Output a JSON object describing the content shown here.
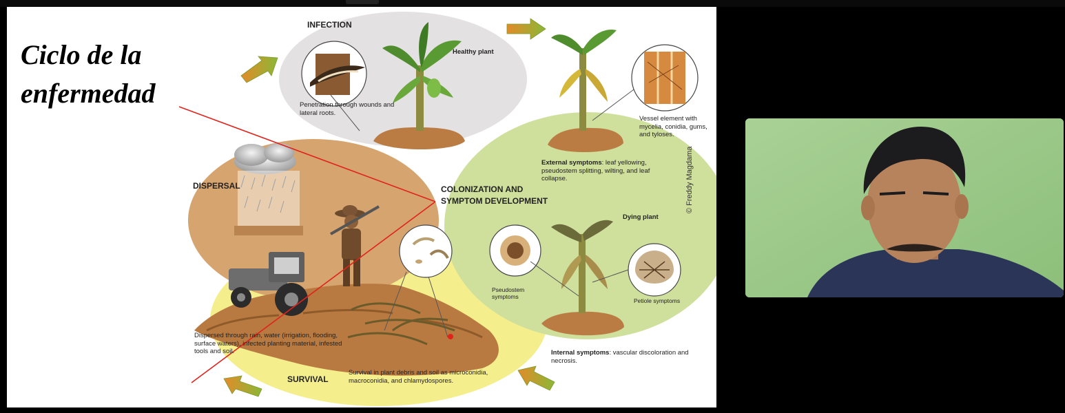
{
  "slide": {
    "title_line1": "Ciclo de la",
    "title_line2": "enfermedad",
    "stages": {
      "infection": "INFECTION",
      "dispersal": "DISPERSAL",
      "colonization_line1": "COLONIZATION AND",
      "colonization_line2": "SYMPTOM DEVELOPMENT",
      "survival": "SURVIVAL"
    },
    "labels": {
      "healthy_plant": "Healthy plant",
      "penetration": "Penetration through wounds and lateral roots.",
      "vessel": "Vessel element with mycelia, conidia, gums, and tyloses.",
      "external_bold": "External symptoms",
      "external_rest": ": leaf yellowing, pseudostem splitting, wilting, and leaf collapse.",
      "dying_plant": "Dying plant",
      "pseudostem": "Pseudostem symptoms",
      "petiole": "Petiole symptoms",
      "internal_bold": "Internal symptoms",
      "internal_rest": ": vascular discoloration and necrosis.",
      "dispersed": "Dispersed through rain, water (irrigation, flooding, surface waters), infected planting material, infested tools and soil.",
      "survival_text": "Survival in plant debris and soil as microconidia, macroconidia, and chlamydospores."
    },
    "copyright": "© Freddy Magdama"
  },
  "video": {
    "participant": "webcam-feed"
  },
  "colors": {
    "infection_bg": "#e3e1e2",
    "dispersal_bg": "#d6a46e",
    "colonization_bg": "#cfdf9c",
    "survival_bg": "#f5ee8c",
    "annotation_line": "#e0231d",
    "video_bg": "#9fc88b"
  }
}
